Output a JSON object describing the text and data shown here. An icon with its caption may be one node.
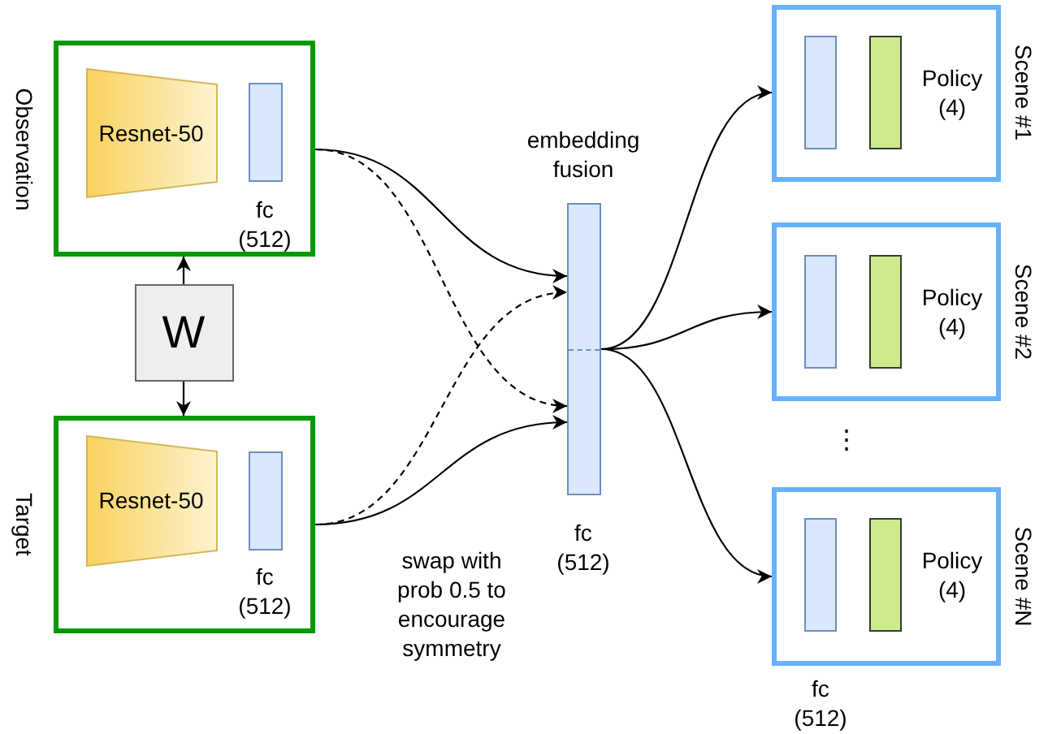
{
  "diagram": {
    "nodes": [
      {
        "text": [
          "Observation"
        ]
      },
      {
        "text": [
          "Resnet-50"
        ],
        "in": 0
      },
      {
        "text": [
          "fc (512)"
        ],
        "in": 0
      },
      {
        "text": [
          "W"
        ]
      },
      {
        "text": [
          "Target"
        ]
      },
      {
        "text": [
          "Resnet-50"
        ],
        "in": 4
      },
      {
        "text": [
          "fc (512)"
        ],
        "in": 4
      },
      {
        "text": [
          "embedding fusion",
          "fc (512)"
        ]
      },
      {
        "text": [
          "Scene #1"
        ]
      },
      {
        "text": [],
        "shape": "bar",
        "in": 8
      },
      {
        "text": [
          "Policy (4)"
        ],
        "in": 8
      },
      {
        "text": [
          "Scene #2"
        ]
      },
      {
        "text": [],
        "shape": "bar",
        "in": 11
      },
      {
        "text": [
          "Policy (4)"
        ],
        "in": 11
      },
      {
        "text": [
          "Scene #N"
        ]
      },
      {
        "text": [],
        "shape": "bar",
        "in": 14
      },
      {
        "text": [
          "Policy (4)"
        ],
        "in": 14
      }
    ],
    "edges": [
      {
        "from": 0,
        "to": 7,
        "arrow": "to"
      },
      {
        "from": 0,
        "to": 7,
        "arrow": "to",
        "style": "dashed"
      },
      {
        "from": 4,
        "to": 7,
        "arrow": "to",
        "style": "dashed"
      },
      {
        "from": 4,
        "to": 7,
        "arrow": "to"
      },
      {
        "from": 3,
        "to": 0,
        "arrow": "to"
      },
      {
        "from": 3,
        "to": 4,
        "arrow": "to"
      },
      {
        "from": 7,
        "to": 8,
        "arrow": "to"
      },
      {
        "from": 7,
        "to": 11,
        "arrow": "to"
      },
      {
        "from": 7,
        "to": 14,
        "arrow": "to"
      }
    ],
    "labels": [
      "⋮",
      "swap with prob 0.5 to encourage symmetry",
      "fc (512)"
    ]
  }
}
